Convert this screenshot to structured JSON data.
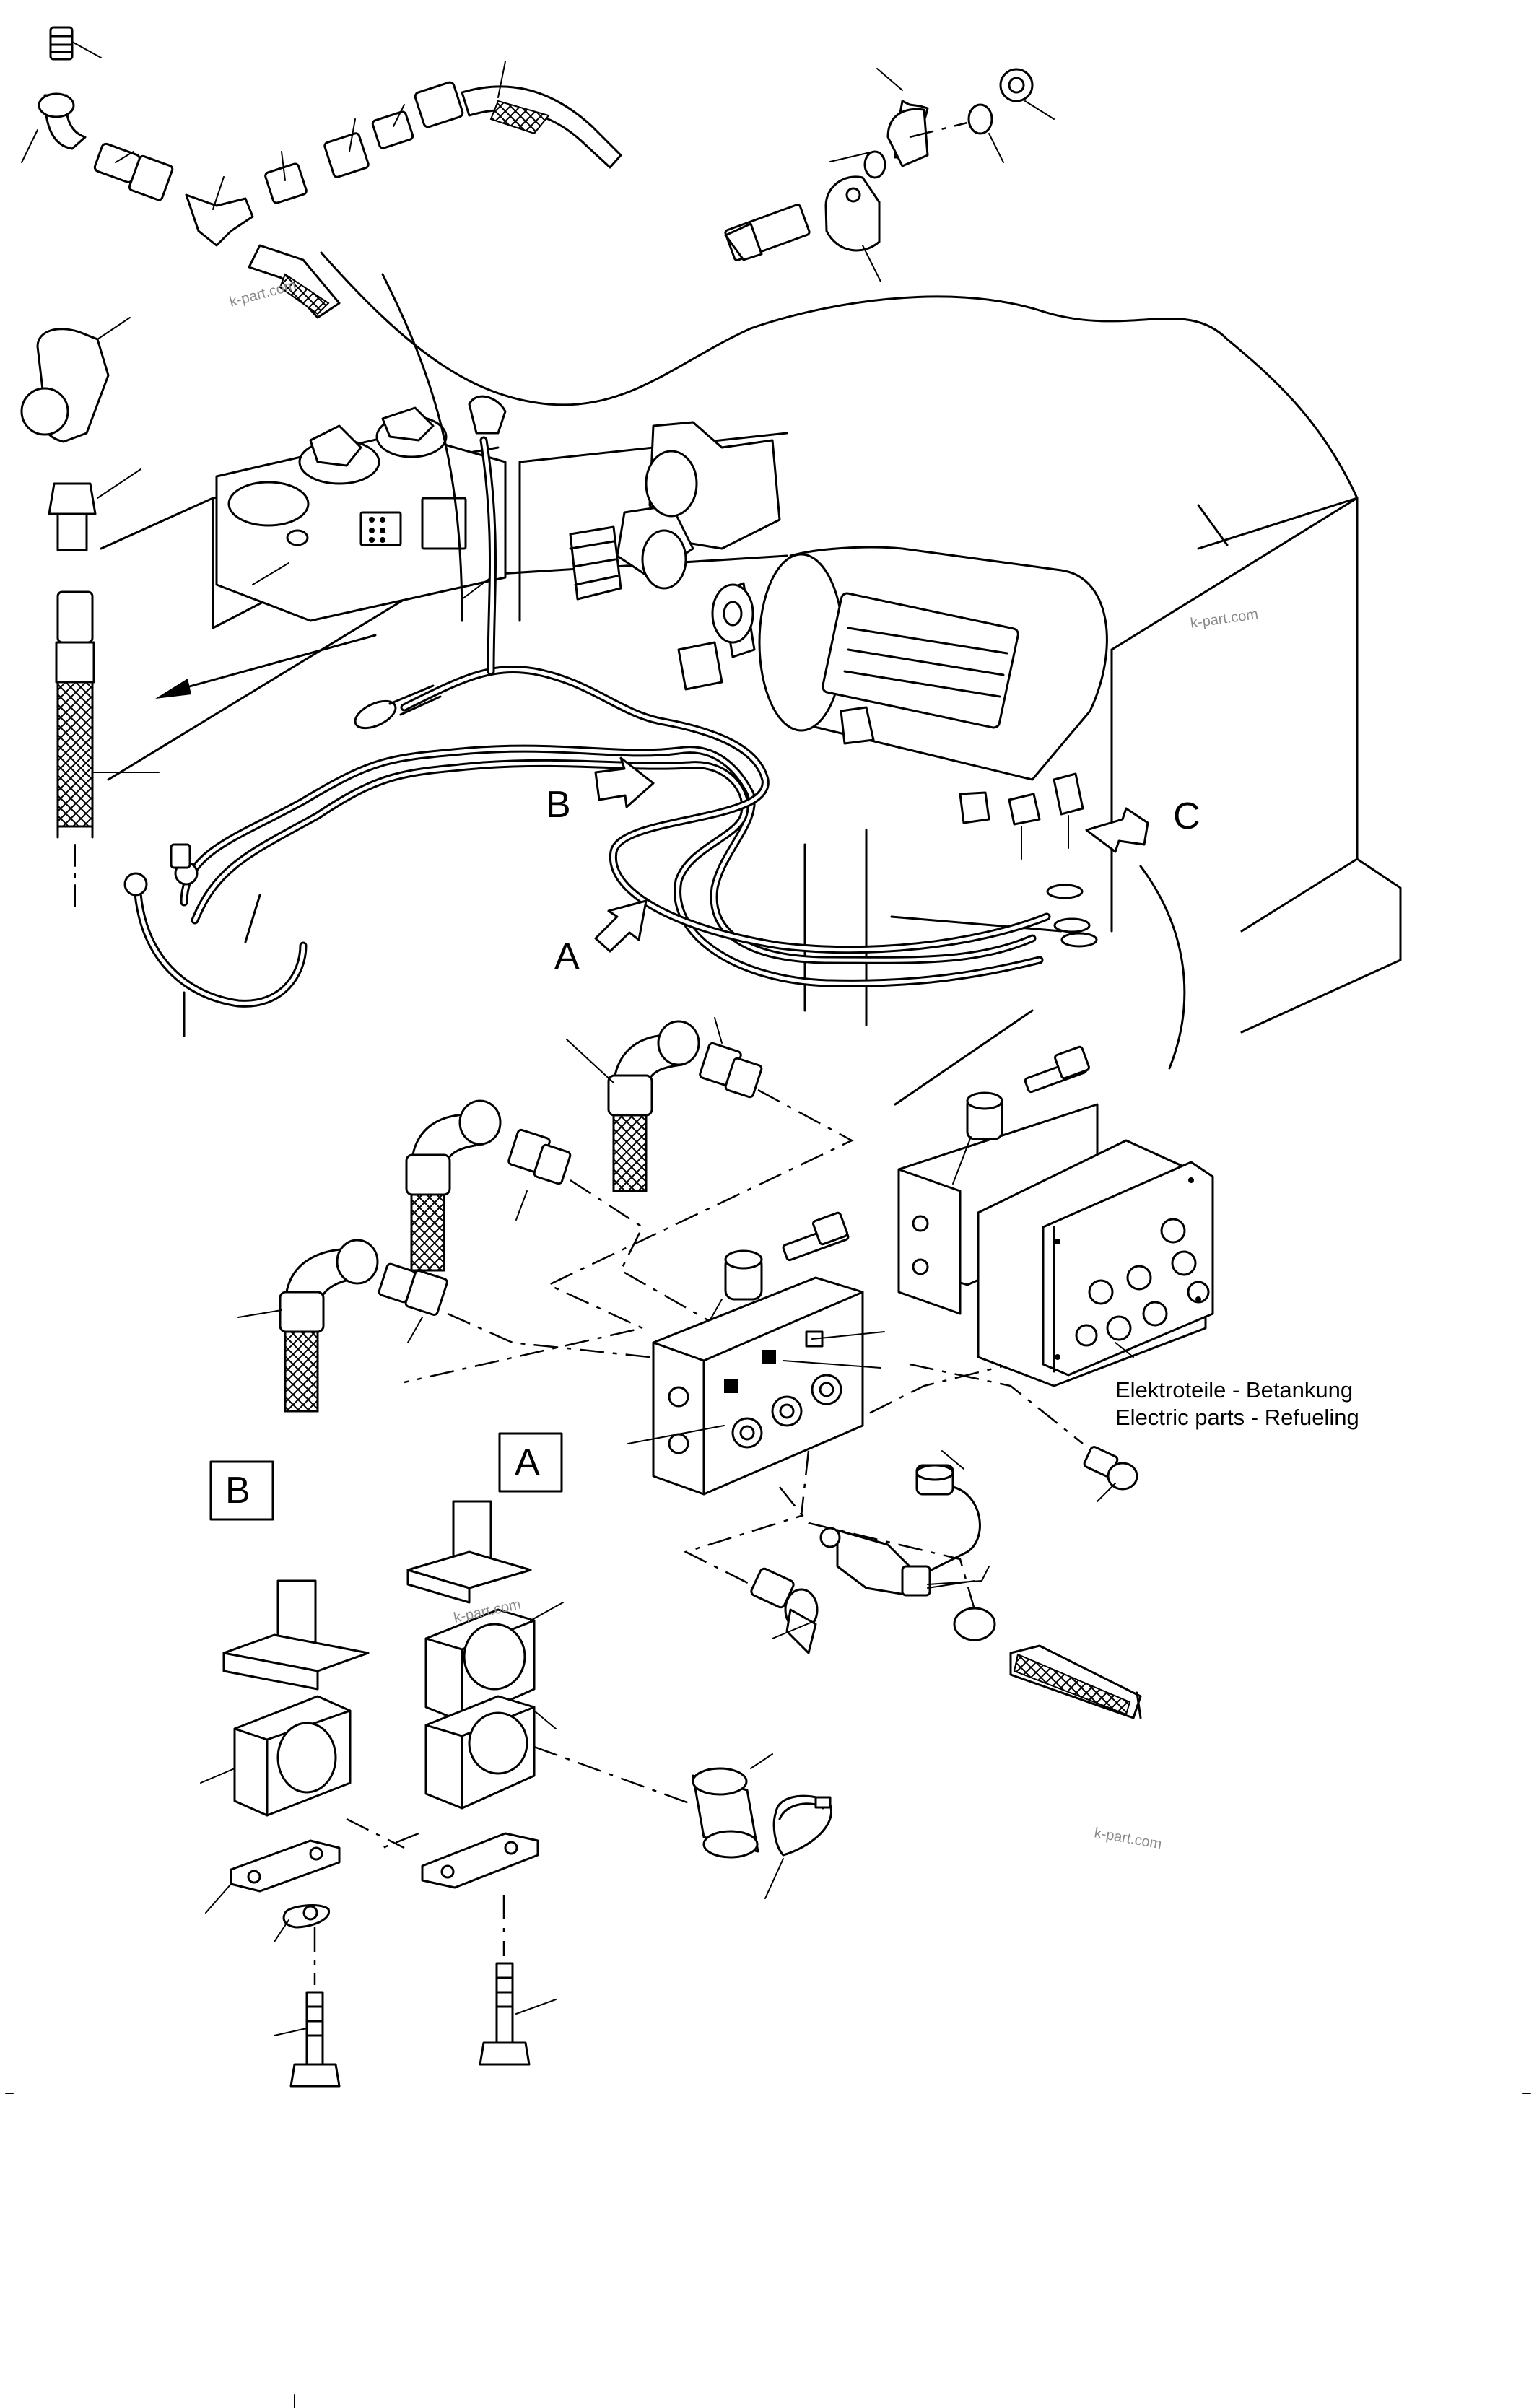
{
  "callouts": {
    "a": "A",
    "b": "B",
    "c": "C",
    "detail_a": "A",
    "detail_b": "B"
  },
  "labels": {
    "electrical_de": "Elektroteile - Betankung",
    "electrical_en": "Electric parts - Refueling"
  },
  "watermark": "k-part.com"
}
